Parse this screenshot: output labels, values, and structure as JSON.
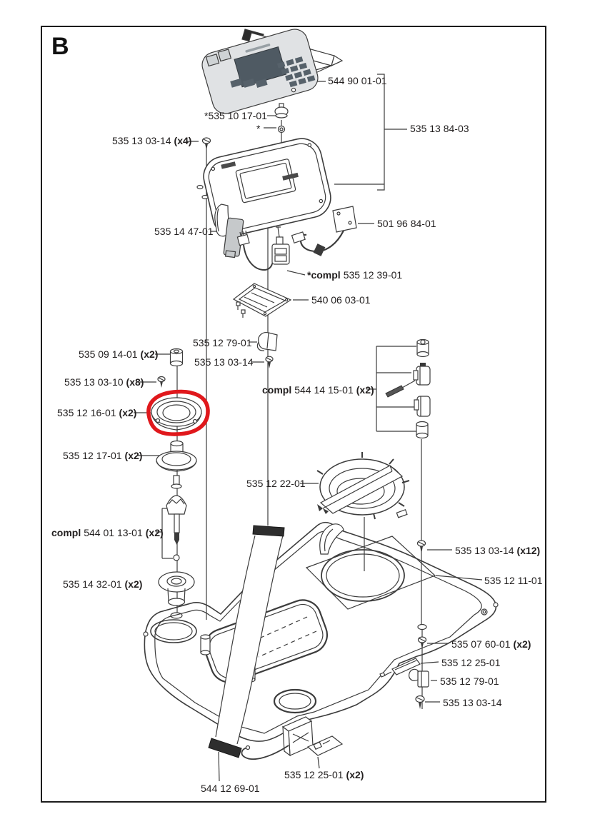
{
  "page": {
    "section_letter": "B"
  },
  "highlight": {
    "color": "#e0181c",
    "highlighted_part_number": "535 12 16-01"
  },
  "labels": [
    {
      "number": "544 90 01-01"
    },
    {
      "number": "*535 10 17-01"
    },
    {
      "number": "*"
    },
    {
      "number": "535 13 03-14",
      "qty": "(x4)"
    },
    {
      "number": "535 13 84-03"
    },
    {
      "number": "535 14 47-01"
    },
    {
      "number": "501 96 84-01"
    },
    {
      "prefix": "*compl",
      "number": "535 12 39-01"
    },
    {
      "number": "540 06 03-01"
    },
    {
      "number": "535 12 79-01"
    },
    {
      "number": "535 13 03-14"
    },
    {
      "number": "535 09 14-01",
      "qty": "(x2)"
    },
    {
      "number": "535 13 03-10",
      "qty": "(x8)"
    },
    {
      "number": "535 12 16-01",
      "qty": "(x2)"
    },
    {
      "number": "535 12 17-01",
      "qty": "(x2)"
    },
    {
      "prefix": "compl",
      "number": "544 14 15-01",
      "qty": "(x2)"
    },
    {
      "number": "535 12 22-01"
    },
    {
      "prefix": "compl",
      "number": "544 01 13-01",
      "qty": "(x2)"
    },
    {
      "number": "535 13 03-14",
      "qty": "(x12)"
    },
    {
      "number": "535 12 11-01"
    },
    {
      "number": "535 07 60-01",
      "qty": "(x2)"
    },
    {
      "number": "535 12 25-01"
    },
    {
      "number": "535 12 79-01"
    },
    {
      "number": "535 13 03-14"
    },
    {
      "number": "535 12 25-01",
      "qty": "(x2)"
    },
    {
      "number": "544 12 69-01"
    }
  ]
}
